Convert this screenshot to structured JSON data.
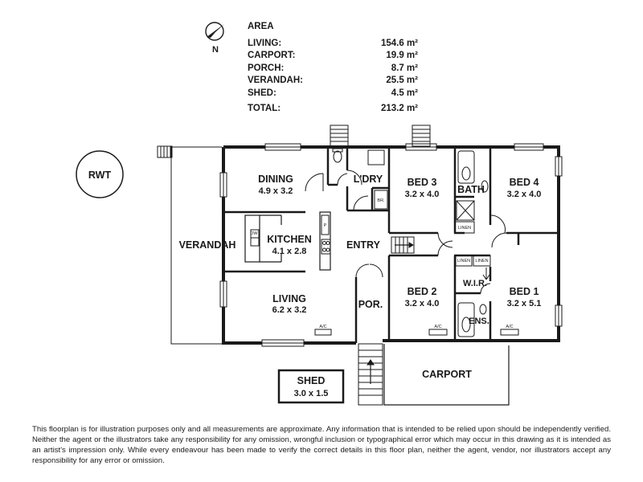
{
  "compass": {
    "letter": "N"
  },
  "area": {
    "heading": "AREA",
    "rows": [
      {
        "label": "LIVING:",
        "value": "154.6 m²"
      },
      {
        "label": "CARPORT:",
        "value": "19.9 m²"
      },
      {
        "label": "PORCH:",
        "value": "8.7 m²"
      },
      {
        "label": "VERANDAH:",
        "value": "25.5 m²"
      },
      {
        "label": "SHED:",
        "value": "4.5 m²"
      }
    ],
    "total": {
      "label": "TOTAL:",
      "value": "213.2 m²"
    }
  },
  "rooms": {
    "rwt": "RWT",
    "dining": {
      "name": "DINING",
      "size": "4.9 x 3.2"
    },
    "kitchen": {
      "name": "KITCHEN",
      "size": "4.1 x 2.8"
    },
    "living": {
      "name": "LIVING",
      "size": "6.2 x 3.2"
    },
    "verandah": "VERANDAH",
    "laundry": "L'DRY",
    "entry": "ENTRY",
    "porch": "POR.",
    "bed1": {
      "name": "BED 1",
      "size": "3.2 x 5.1"
    },
    "bed2": {
      "name": "BED 2",
      "size": "3.2 x 4.0"
    },
    "bed3": {
      "name": "BED 3",
      "size": "3.2 x 4.0"
    },
    "bed4": {
      "name": "BED 4",
      "size": "3.2 x 4.0"
    },
    "bath": "BATH",
    "wir": "W.I.R.",
    "ens": "ENS.",
    "carport": "CARPORT",
    "shed": {
      "name": "SHED",
      "size": "3.0 x 1.5"
    }
  },
  "fixtures": {
    "br": "BR.",
    "dw": "DW",
    "p": "P",
    "linen": "LINEN",
    "ac": "A/C"
  },
  "disclaimer": "This floorplan is for illustration purposes only and all measurements are approximate. Any information that is intended to be relied upon should be independently verified. Neither the agent or the illustrators take any responsibility for any omission, wrongful inclusion or typographical error which may occur in this drawing as it is intended as an artist's impression only. While every endeavour has been made to verify the correct details in this floor plan, neither the agent, vendor, nor illustrators accept any responsibility for any error or omission."
}
